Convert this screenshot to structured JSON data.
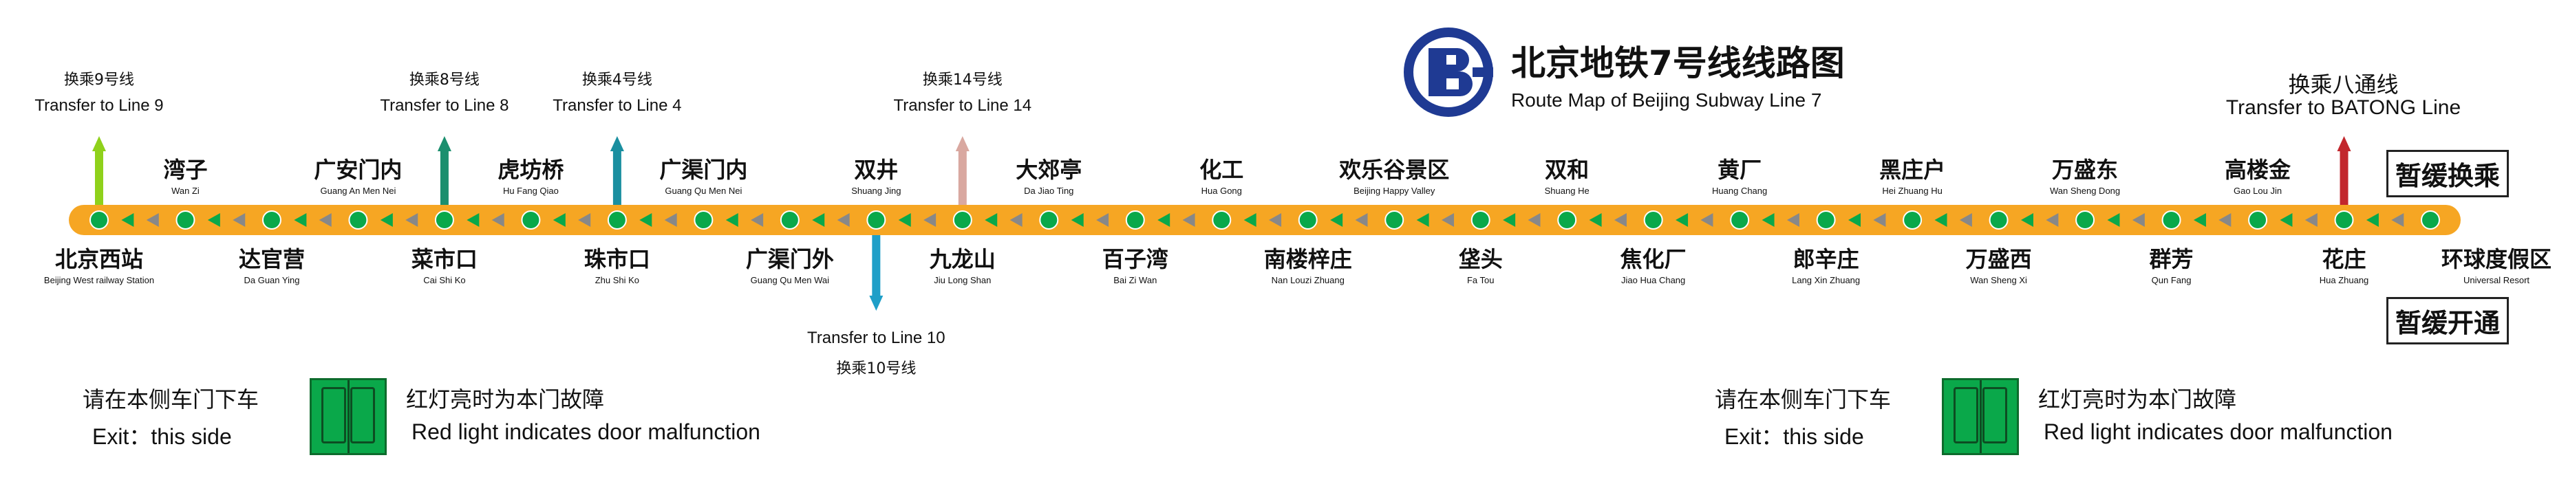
{
  "header": {
    "title_zh": "北京地铁7号线线路图",
    "title_en": "Route Map of Beijing Subway Line 7"
  },
  "colors": {
    "line7": "#f6a623",
    "station": "#0aa84a",
    "arrow_gray": "#888888",
    "arrow_green": "#0aa84a",
    "line9": "#8fd11b",
    "line8": "#1b8f6e",
    "line4": "#1a8fa0",
    "line14": "#d9a8a0",
    "line10": "#1e9fc8",
    "batong": "#c2272d",
    "logo": "#1f3a93"
  },
  "stations": [
    {
      "zh": "北京西站",
      "en": "Beijing West railway Station",
      "pos": "below",
      "major": true
    },
    {
      "zh": "湾子",
      "en": "Wan Zi",
      "pos": "above"
    },
    {
      "zh": "达官营",
      "en": "Da Guan Ying",
      "pos": "below"
    },
    {
      "zh": "广安门内",
      "en": "Guang An Men Nei",
      "pos": "above"
    },
    {
      "zh": "菜市口",
      "en": "Cai Shi Ko",
      "pos": "below",
      "major": true
    },
    {
      "zh": "虎坊桥",
      "en": "Hu Fang Qiao",
      "pos": "above"
    },
    {
      "zh": "珠市口",
      "en": "Zhu Shi Ko",
      "pos": "below",
      "major": true
    },
    {
      "zh": "广渠门内",
      "en": "Guang Qu Men Nei",
      "pos": "above"
    },
    {
      "zh": "广渠门外",
      "en": "Guang Qu Men Wai",
      "pos": "below"
    },
    {
      "zh": "双井",
      "en": "Shuang Jing",
      "pos": "above",
      "major": true
    },
    {
      "zh": "九龙山",
      "en": "Jiu Long Shan",
      "pos": "below"
    },
    {
      "zh": "大郊亭",
      "en": "Da Jiao Ting",
      "pos": "above"
    },
    {
      "zh": "百子湾",
      "en": "Bai Zi Wan",
      "pos": "below"
    },
    {
      "zh": "化工",
      "en": "Hua Gong",
      "pos": "above"
    },
    {
      "zh": "南楼梓庄",
      "en": "Nan Louzi Zhuang",
      "pos": "below"
    },
    {
      "zh": "欢乐谷景区",
      "en": "Beijing Happy Valley",
      "pos": "above"
    },
    {
      "zh": "垡头",
      "en": "Fa Tou",
      "pos": "below"
    },
    {
      "zh": "双和",
      "en": "Shuang He",
      "pos": "above"
    },
    {
      "zh": "焦化厂",
      "en": "Jiao Hua Chang",
      "pos": "below"
    },
    {
      "zh": "黄厂",
      "en": "Huang Chang",
      "pos": "above"
    },
    {
      "zh": "郎辛庄",
      "en": "Lang Xin Zhuang",
      "pos": "below"
    },
    {
      "zh": "黑庄户",
      "en": "Hei Zhuang Hu",
      "pos": "above"
    },
    {
      "zh": "万盛西",
      "en": "Wan Sheng Xi",
      "pos": "below"
    },
    {
      "zh": "万盛东",
      "en": "Wan Sheng Dong",
      "pos": "above"
    },
    {
      "zh": "群芳",
      "en": "Qun Fang",
      "pos": "below"
    },
    {
      "zh": "高楼金",
      "en": "Gao Lou Jin",
      "pos": "above"
    },
    {
      "zh": "花庄",
      "en": "Hua Zhuang",
      "pos": "below"
    },
    {
      "zh": "环球度假区",
      "en": "Universal Resort",
      "pos": "below",
      "major": true
    }
  ],
  "transfers": [
    {
      "zh": "换乘9号线",
      "en": "Transfer to Line 9",
      "station": 0,
      "dir": "up",
      "color_key": "line9"
    },
    {
      "zh": "换乘8号线",
      "en": "Transfer to Line 8",
      "station": 4,
      "dir": "up",
      "color_key": "line8"
    },
    {
      "zh": "换乘4号线",
      "en": "Transfer to Line 4",
      "station": 6,
      "dir": "up",
      "color_key": "line4"
    },
    {
      "zh": "换乘14号线",
      "en": "Transfer to Line 14",
      "station": 10,
      "dir": "up",
      "color_key": "line14"
    },
    {
      "zh": "换乘10号线",
      "en": "Transfer to Line 10",
      "station": 9,
      "dir": "down",
      "color_key": "line10"
    },
    {
      "zh": "换乘八通线",
      "en": "Transfer to BATONG Line",
      "station": 26,
      "dir": "up",
      "color_key": "batong"
    }
  ],
  "notices": {
    "transfer_suspended": "暂缓换乘",
    "opening_suspended": "暂缓开通"
  },
  "door_info": {
    "exit_zh": "请在本侧车门下车",
    "exit_en": "Exit：this side",
    "red_zh": "红灯亮时为本门故障",
    "red_en": "Red light indicates door malfunction"
  }
}
